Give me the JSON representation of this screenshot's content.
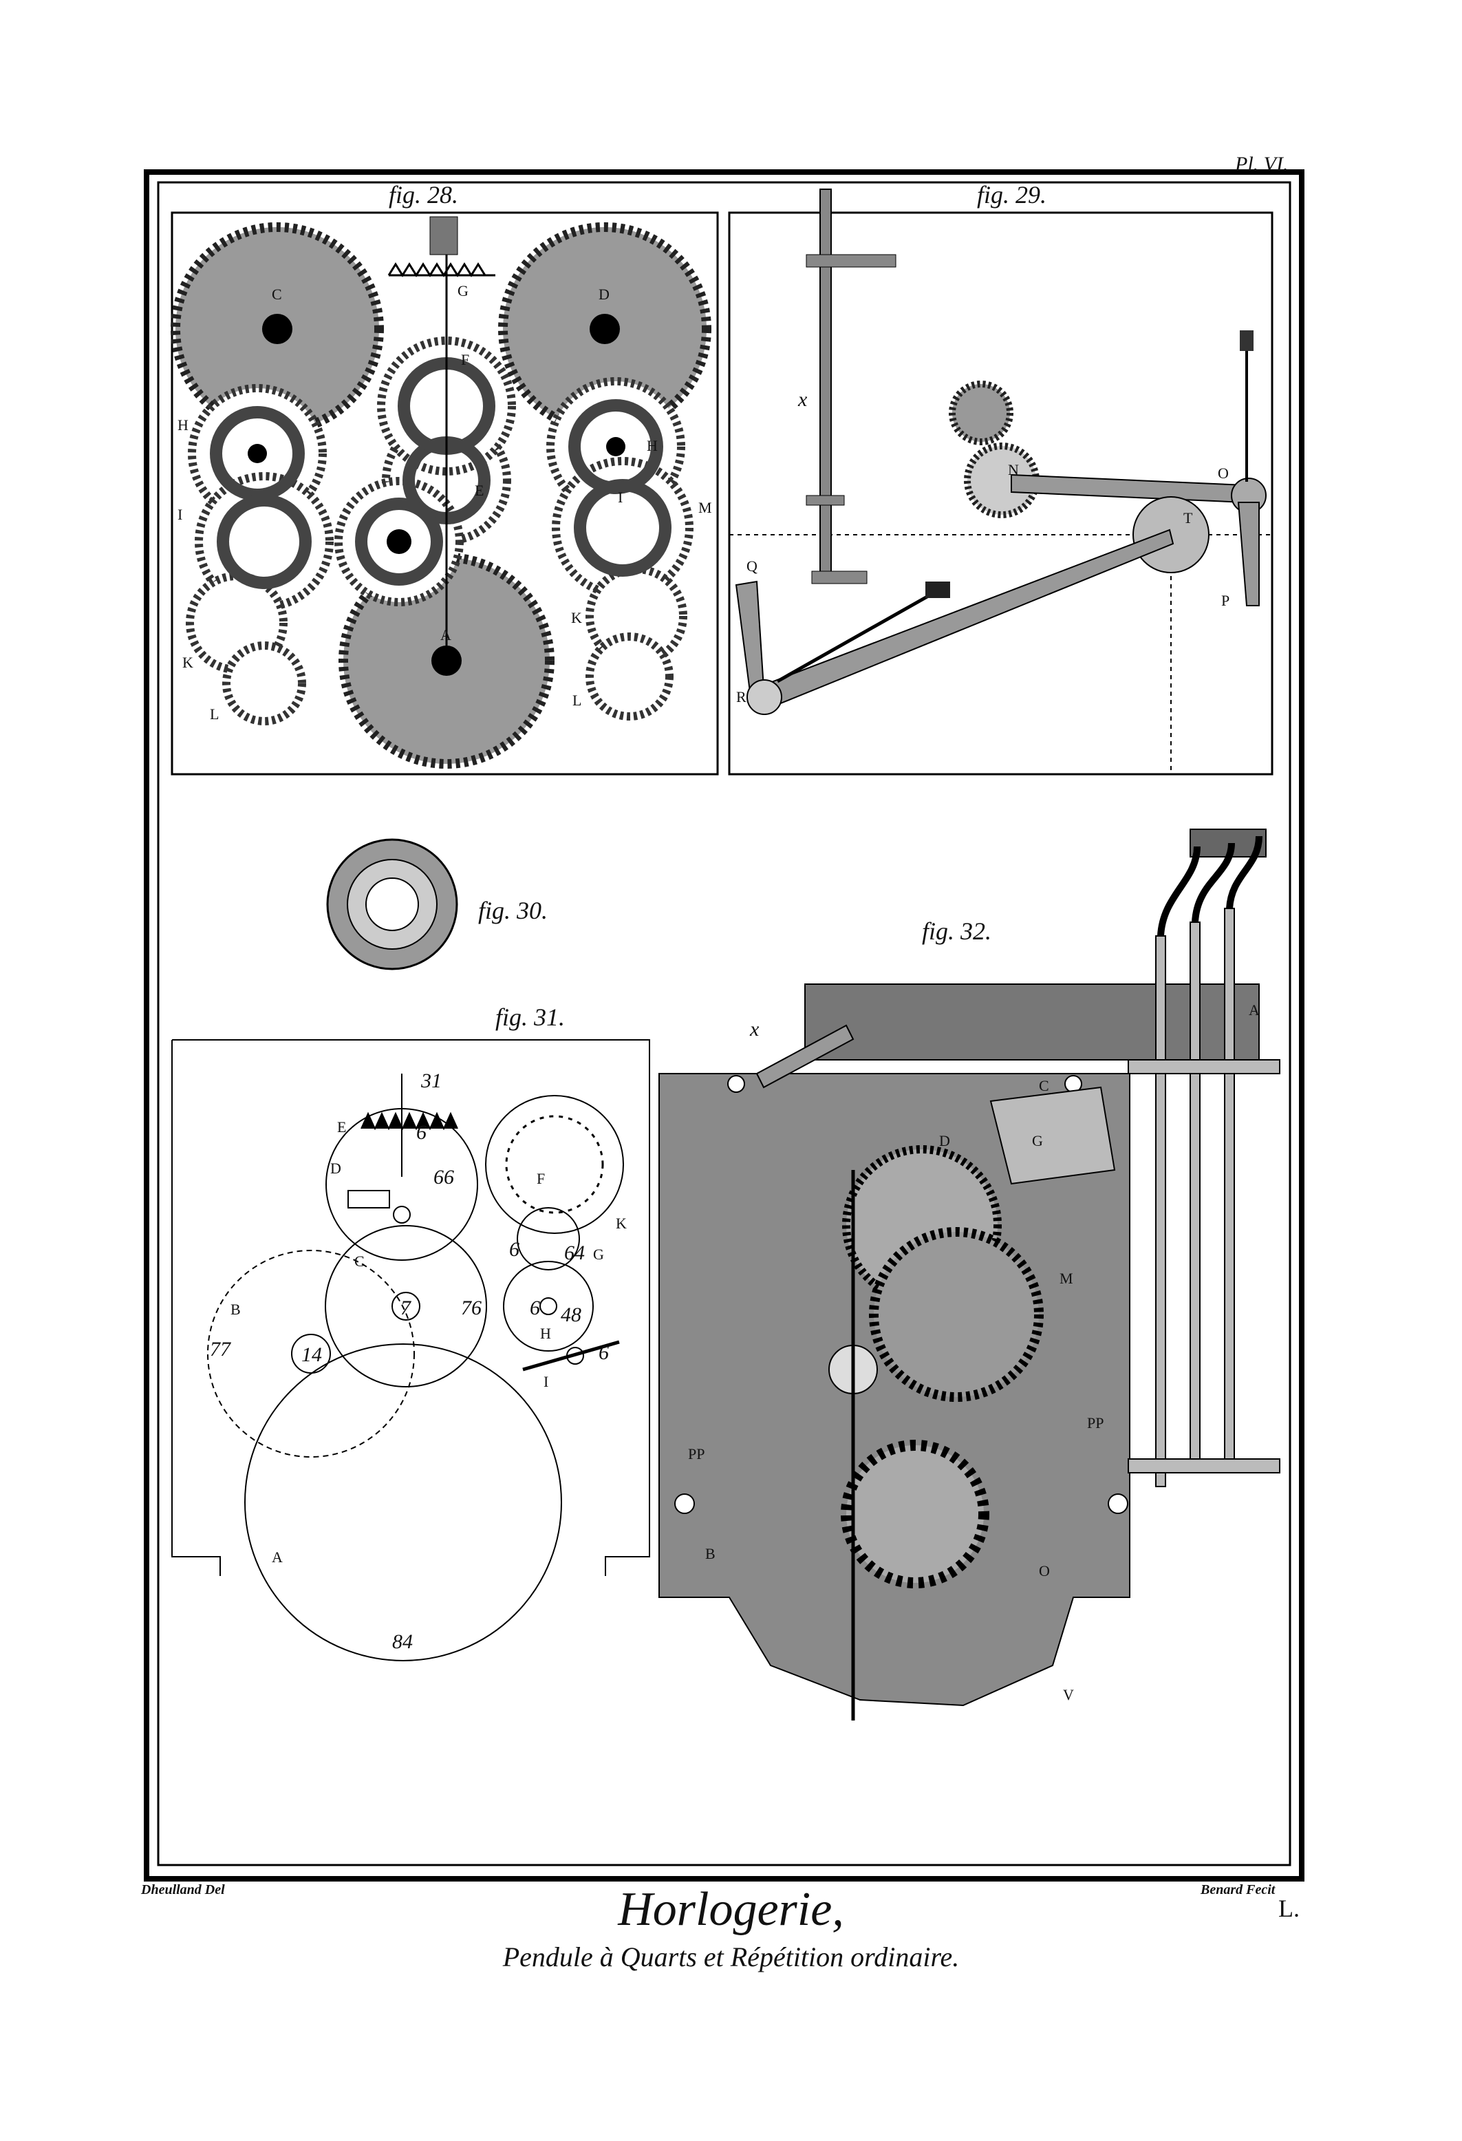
{
  "plate": {
    "plate_label": "Pl. VI.",
    "title": "Horlogerie,",
    "subtitle": "Pendule à Quarts et Répétition ordinaire.",
    "draftsman": "Dheulland Del",
    "engraver": "Benard Fecit",
    "plate_number": "L."
  },
  "fig28": {
    "caption": "fig. 28.",
    "labels": [
      "C",
      "D",
      "G",
      "F",
      "H",
      "H",
      "I",
      "I",
      "M",
      "E",
      "A",
      "K",
      "K",
      "L",
      "L"
    ]
  },
  "fig29": {
    "caption": "fig. 29.",
    "labels": [
      "x",
      "Q",
      "R",
      "N",
      "O",
      "T",
      "P"
    ]
  },
  "fig30": {
    "caption": "fig. 30."
  },
  "fig31": {
    "caption": "fig. 31.",
    "labels": [
      "31",
      "E",
      "6",
      "D",
      "66",
      "F",
      "K",
      "6",
      "64",
      "G",
      "C",
      "B",
      "77",
      "7",
      "76",
      "14",
      "6",
      "48",
      "H",
      "I",
      "6",
      "A",
      "84"
    ]
  },
  "fig32": {
    "caption": "fig. 32.",
    "labels": [
      "x",
      "A",
      "C",
      "D",
      "G",
      "M",
      "PP",
      "PP",
      "B",
      "O",
      "V"
    ]
  }
}
